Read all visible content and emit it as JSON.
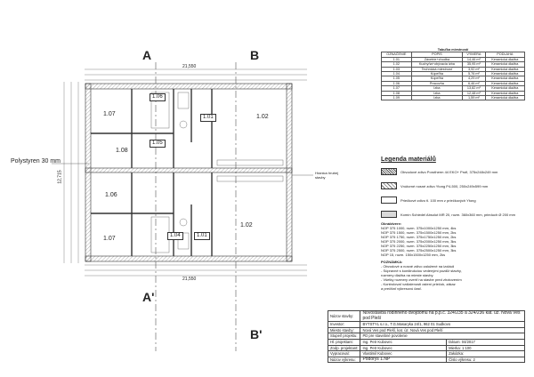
{
  "axes": {
    "top_left": "A",
    "top_right": "B",
    "bottom_left": "A'",
    "bottom_right": "B'"
  },
  "polystyrene_label": "Polystyren 30 mm",
  "dims": {
    "top": "21,550",
    "bottom": "21,550",
    "left": "12,715"
  },
  "rooms": {
    "r106": "1.06",
    "r107a": "1.07",
    "r105": "1.05",
    "r101a": "1.01",
    "r102a": "1.02",
    "r108": "1.08",
    "r107b": "1.07",
    "r106b": "1.06",
    "r104": "1.04",
    "r101b": "1.01",
    "r102b": "1.02"
  },
  "side_note": "Hranica hrubej stavby",
  "room_table": {
    "title": "Tabuľka miestností",
    "headers": [
      "OZNAČENIE",
      "POPIS",
      "VÝMERA",
      "PODLAHA"
    ],
    "rows": [
      [
        "1.01",
        "Závetrie+chodba",
        "14,46 m²",
        "Keramická dlažba"
      ],
      [
        "1.02",
        "Kuchyňa+obývacia izba",
        "35,95 m²",
        "Keramická dlažba"
      ],
      [
        "1.03",
        "Technická miestnosť",
        "3,92 m²",
        "Keramická dlažba"
      ],
      [
        "1.04",
        "Kúpeľňa",
        "5,76 m²",
        "Keramická dlažba"
      ],
      [
        "1.05",
        "Kúpeľňa",
        "4,29 m²",
        "Keramická dlažba"
      ],
      [
        "1.06",
        "Pracovňa",
        "6,46 m²",
        "Keramická dlažba"
      ],
      [
        "1.07",
        "Izba",
        "13,82 m²",
        "Keramická dlažba"
      ],
      [
        "1.08",
        "Izba",
        "12,48 m²",
        "Keramická dlažba"
      ],
      [
        "1.09",
        "Izba",
        "1,59 m²",
        "Keramická dlažba"
      ]
    ]
  },
  "legend": {
    "title": "Legenda materiálů",
    "items": [
      "Obvodové zdivo Porotherm 44 EKO+ Profi, 375x248x249 mm",
      "Vnútorné nosné zdivo Ytong P4-500, 250x249x599 mm",
      "Priečkové zdivo tl. 100 mm z priečkových Ytong",
      "Komín Schiedel Absolut MR 20, rozm. 360x360 mm, prieduch Ø 200 mm"
    ],
    "list_head": "Okná/dvere:",
    "list": [
      "NOP 375 1000, rozm. 375x1000x1250 mm, 4ks",
      "NOP 375 1500, rozm. 375x1500x1250 mm, 2ks",
      "NOP 375 1750, rozm. 375x1750x1250 mm, 2ks",
      "NOP 375 2000, rozm. 375x2000x1250 mm, 3ks",
      "NOP 375 2250, rozm. 375x2250x1250 mm, 3ks",
      "NOP 375 2500, rozm. 375x2500x1250 mm, 3ks",
      "NOP 15, rozm. 150x1500x1250 mm, 2ks"
    ],
    "notes_head": "POZNÁMKA:",
    "notes": [
      "- Obvodové a nosné zdivo založené na izolácii",
      "- Súpravné s konštrukciou vedenými pozdĺž stavby,",
      "  rozmery dlažba na mieste stavby.",
      "- Všetky rozmery overiť na stavbe pred zhotovením",
      "- Kontrolovať vzdialenosti ostení priečok, zákaz",
      "  a prečítať výkresovú časť."
    ]
  },
  "title_block": {
    "rows": [
      [
        "Názov stavby:",
        "Novostavba rodinného dvojdomu na p.p.č. 324/235 a 324/236 kat. úz. Nová Ves pod Pleší",
        ""
      ],
      [
        "Investor:",
        "BYTSTYL s.r.o., T.G.Masaryka 24/1, 962 01 Sudkovo",
        ""
      ],
      [
        "Miesto stavby:",
        "Nová Ves pod Pleší, kat. úz. Nová Ves pod Pleší",
        ""
      ],
      [
        "Stupeň projektu:",
        "PD pre stavebné povolenie",
        ""
      ],
      [
        "Hl. projektant:",
        "Ing. Petr Kubovec",
        "Dátum: 04/2017"
      ],
      [
        "Zodp. projektant:",
        "Ing. Petr Kubovec",
        "Mierka: 1:100"
      ],
      [
        "Vypracoval:",
        "Vlastimil Kubovec",
        "Zakázka:"
      ],
      [
        "Názov výkresu:",
        "Pôdorys 1.NP",
        "Číslo výkresu: 2"
      ]
    ]
  },
  "colors": {
    "line": "#333333",
    "wall": "#555555",
    "hatch": "#888888"
  }
}
